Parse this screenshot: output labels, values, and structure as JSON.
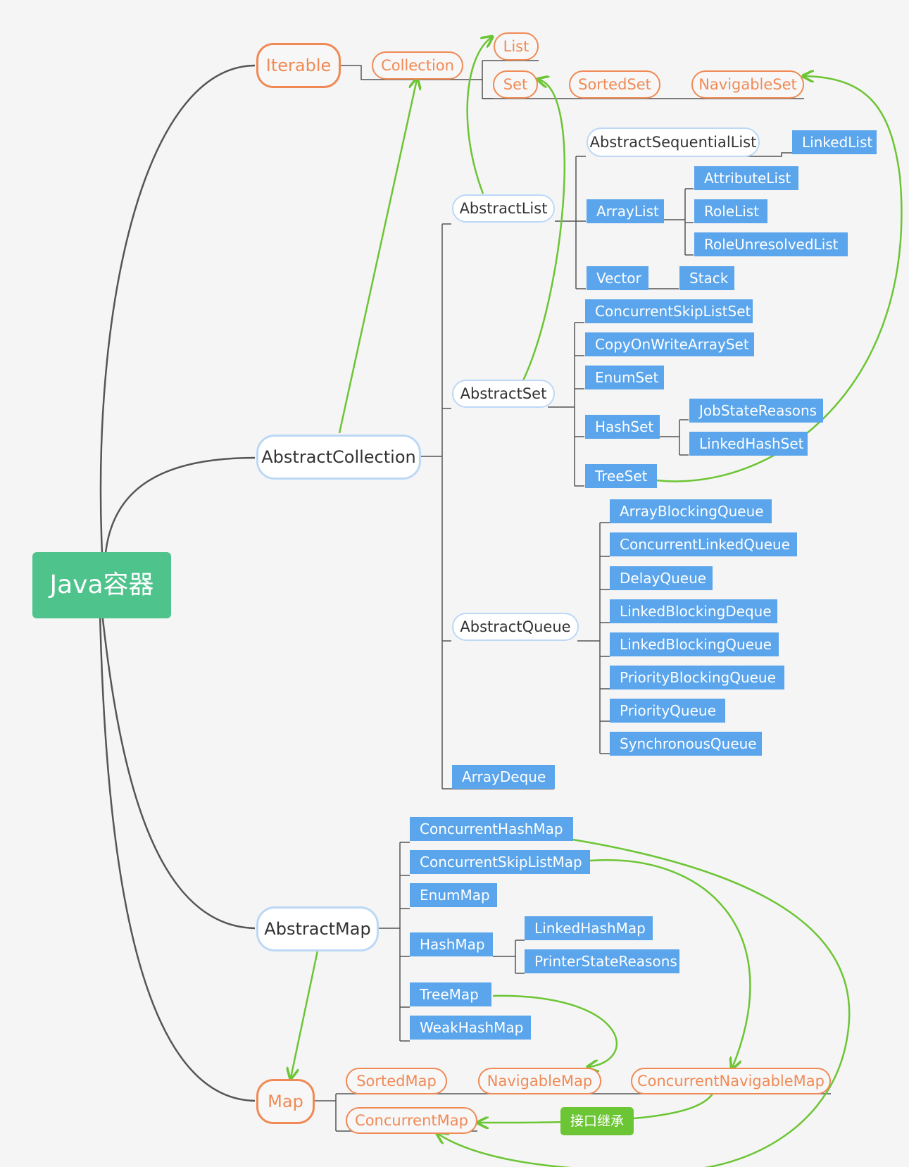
{
  "diagram": {
    "root": "Java容器",
    "interfaces": {
      "iterable": "Iterable",
      "collection": "Collection",
      "list": "List",
      "set": "Set",
      "sorted_set": "SortedSet",
      "navigable_set": "NavigableSet",
      "map": "Map",
      "sorted_map": "SortedMap",
      "navigable_map": "NavigableMap",
      "concurrent_navigable_map": "ConcurrentNavigableMap",
      "concurrent_map": "ConcurrentMap"
    },
    "abstract_classes": {
      "abstract_collection": "AbstractCollection",
      "abstract_list": "AbstractList",
      "abstract_sequential_list": "AbstractSequentialList",
      "abstract_set": "AbstractSet",
      "abstract_queue": "AbstractQueue",
      "abstract_map": "AbstractMap"
    },
    "classes": {
      "linked_list": "LinkedList",
      "array_list": "ArrayList",
      "attribute_list": "AttributeList",
      "role_list": "RoleList",
      "role_unresolved_list": "RoleUnresolvedList",
      "vector": "Vector",
      "stack": "Stack",
      "concurrent_skip_list_set": "ConcurrentSkipListSet",
      "copy_on_write_array_set": "CopyOnWriteArraySet",
      "enum_set": "EnumSet",
      "hash_set": "HashSet",
      "job_state_reasons": "JobStateReasons",
      "linked_hash_set": "LinkedHashSet",
      "tree_set": "TreeSet",
      "array_blocking_queue": "ArrayBlockingQueue",
      "concurrent_linked_queue": "ConcurrentLinkedQueue",
      "delay_queue": "DelayQueue",
      "linked_blocking_deque": "LinkedBlockingDeque",
      "linked_blocking_queue": "LinkedBlockingQueue",
      "priority_blocking_queue": "PriorityBlockingQueue",
      "priority_queue": "PriorityQueue",
      "synchronous_queue": "SynchronousQueue",
      "array_deque": "ArrayDeque",
      "concurrent_hash_map": "ConcurrentHashMap",
      "concurrent_skip_list_map": "ConcurrentSkipListMap",
      "enum_map": "EnumMap",
      "hash_map": "HashMap",
      "linked_hash_map": "LinkedHashMap",
      "printer_state_reasons": "PrinterStateReasons",
      "tree_map": "TreeMap",
      "weak_hash_map": "WeakHashMap"
    },
    "relation_tag": "接口继承"
  },
  "colors": {
    "background": "#f5f5f5",
    "root_fill": "#4ec38c",
    "interface_border": "#f08a55",
    "abstract_border": "#bcd8f6",
    "class_fill": "#5aa5ec",
    "relation_arrow": "#6cc534",
    "branch_line": "#555555"
  }
}
